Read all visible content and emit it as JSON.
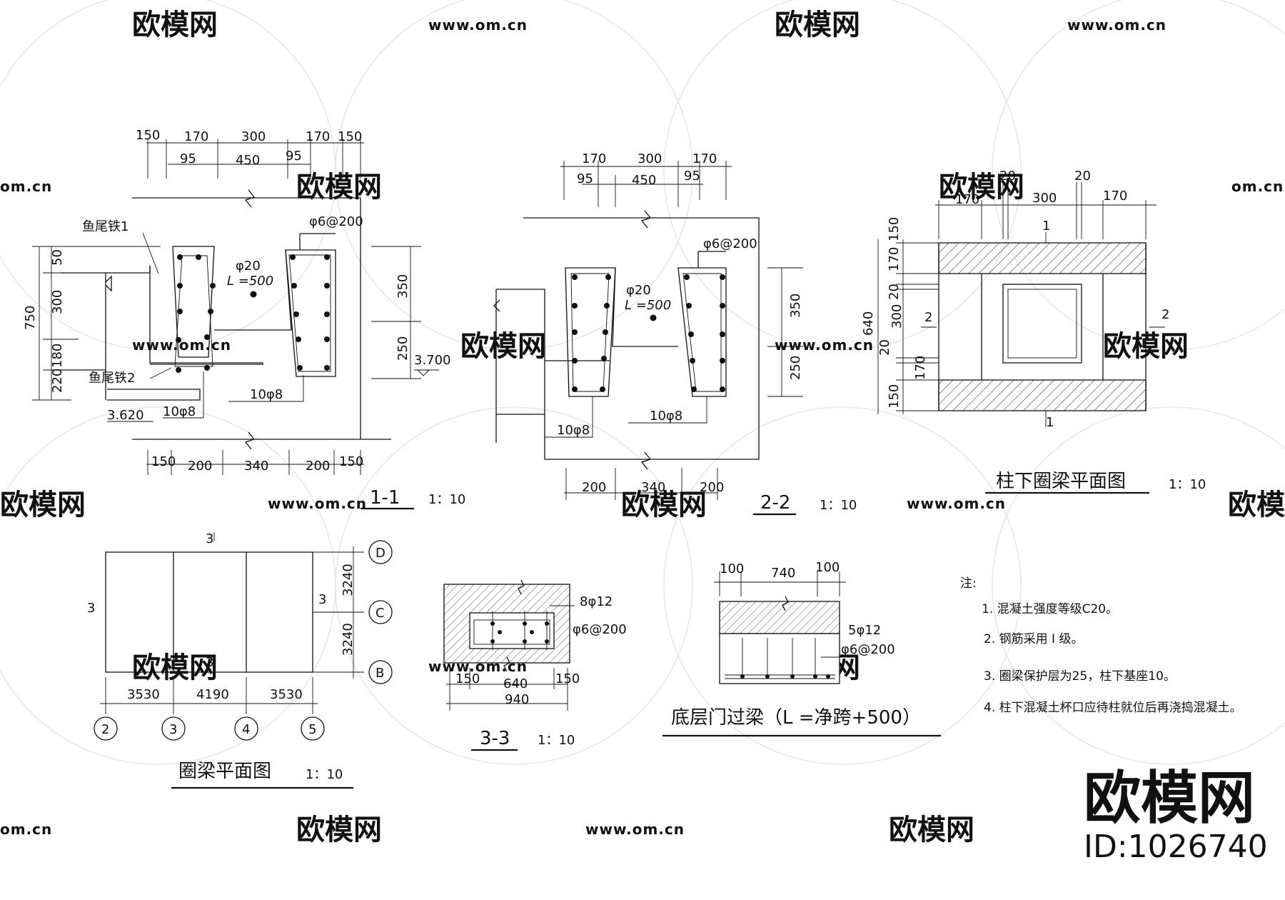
{
  "watermark": {
    "brand": "欧模网",
    "url": "www.om.cn",
    "url_short": "om.cn"
  },
  "section_1_1": {
    "title": "1-1",
    "scale": "1：10",
    "dims_top1": [
      "150",
      "170",
      "300",
      "170",
      "150"
    ],
    "dims_top2": [
      "95",
      "450",
      "95"
    ],
    "dims_bottom": [
      "150",
      "200",
      "340",
      "200",
      "150"
    ],
    "dims_left": [
      "50",
      "300",
      "180",
      "220"
    ],
    "dim_left_total": "750",
    "dims_right": [
      "350",
      "250"
    ],
    "label_fishtail1": "鱼尾铁1",
    "label_fishtail2": "鱼尾铁2",
    "stirrup": "φ6@200",
    "bar_main": "φ20",
    "bar_len": "L =500",
    "rebar_a": "10φ8",
    "rebar_b": "10φ8",
    "elev_high": "3.700",
    "elev_low": "3.620"
  },
  "section_2_2": {
    "title": "2-2",
    "scale": "1：10",
    "dims_top1": [
      "170",
      "300",
      "170"
    ],
    "dims_top2": [
      "95",
      "450",
      "95"
    ],
    "dims_bottom": [
      "200",
      "340",
      "200"
    ],
    "dims_right": [
      "350",
      "250"
    ],
    "stirrup": "φ6@200",
    "bar_main": "φ20",
    "bar_len": "L =500",
    "rebar_a": "10φ8",
    "rebar_b": "10φ8"
  },
  "plan_column_beam": {
    "title": "柱下圈梁平面图",
    "scale": "1：10",
    "dims_top": [
      "170",
      "20",
      "300",
      "20",
      "170"
    ],
    "dims_left": [
      "150",
      "170",
      "20",
      "300",
      "20",
      "170",
      "150"
    ],
    "dim_left_total": "640",
    "cut_top": "1",
    "cut_bottom": "1",
    "cut_left": "2",
    "cut_right": "2"
  },
  "plan_ring_beam": {
    "title": "圈梁平面图",
    "scale": "1：10",
    "dims_bottom": [
      "3530",
      "4190",
      "3530"
    ],
    "dims_right": [
      "3240",
      "3240"
    ],
    "axes_x": [
      "2",
      "3",
      "4",
      "5"
    ],
    "axes_y": [
      "D",
      "C",
      "B"
    ],
    "cut_labels": [
      "3",
      "3",
      "3",
      "3"
    ]
  },
  "section_3_3": {
    "title": "3-3",
    "scale": "1：10",
    "rebar": "8φ12",
    "stirrup": "φ6@200",
    "dims_bottom": [
      "150",
      "640",
      "150"
    ],
    "dim_total": "940"
  },
  "door_lintel": {
    "title": "底层门过梁（L =净跨+500）",
    "dims_top": [
      "100",
      "740",
      "100"
    ],
    "rebar": "5φ12",
    "stirrup": "φ6@200"
  },
  "notes": {
    "heading": "注:",
    "items": [
      "1. 混凝土强度等级C20。",
      "2. 钢筋采用 I 级。",
      "3. 圈梁保护层为25，柱下基座10。",
      "4. 柱下混凝土杯口应待柱就位后再浇捣混凝土。"
    ]
  },
  "stamp": {
    "brand": "欧模网",
    "id": "ID:1026740"
  }
}
